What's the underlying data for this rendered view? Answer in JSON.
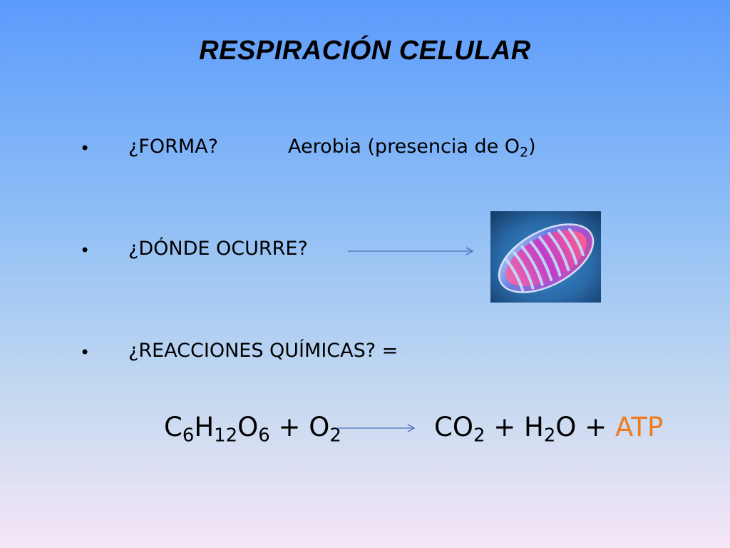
{
  "slide": {
    "title": "RESPIRACIÓN CELULAR",
    "bullets": [
      {
        "marker": "•",
        "question": "¿FORMA?",
        "answer": {
          "prefix": "Aerobia (presencia de O",
          "sub": "2",
          "suffix": ")"
        }
      },
      {
        "marker": "•",
        "question": "¿DÓNDE OCURRE?"
      },
      {
        "marker": "•",
        "question": "¿REACCIONES QUÍMICAS?  ="
      }
    ],
    "equation": {
      "reactants": {
        "c": "C",
        "c_sub": "6",
        "h": "H",
        "h_sub": "12",
        "o": "O",
        "o_sub": "6",
        "plus": " + ",
        "o2": "O",
        "o2_sub": "2"
      },
      "products": {
        "co": "CO",
        "co_sub": "2",
        "plus1": " + ",
        "h": "H",
        "h_sub": "2",
        "o": "O",
        "plus2": " + ",
        "atp": "ATP"
      }
    },
    "colors": {
      "atp": "#f07a1e",
      "arrow": "#4a72b8",
      "background_top": "#5b9bfc",
      "background_bottom": "#f6e6f8"
    },
    "icons": {
      "mitochondrion": "mitochondrion-image",
      "arrow": "right-arrow-icon"
    }
  }
}
